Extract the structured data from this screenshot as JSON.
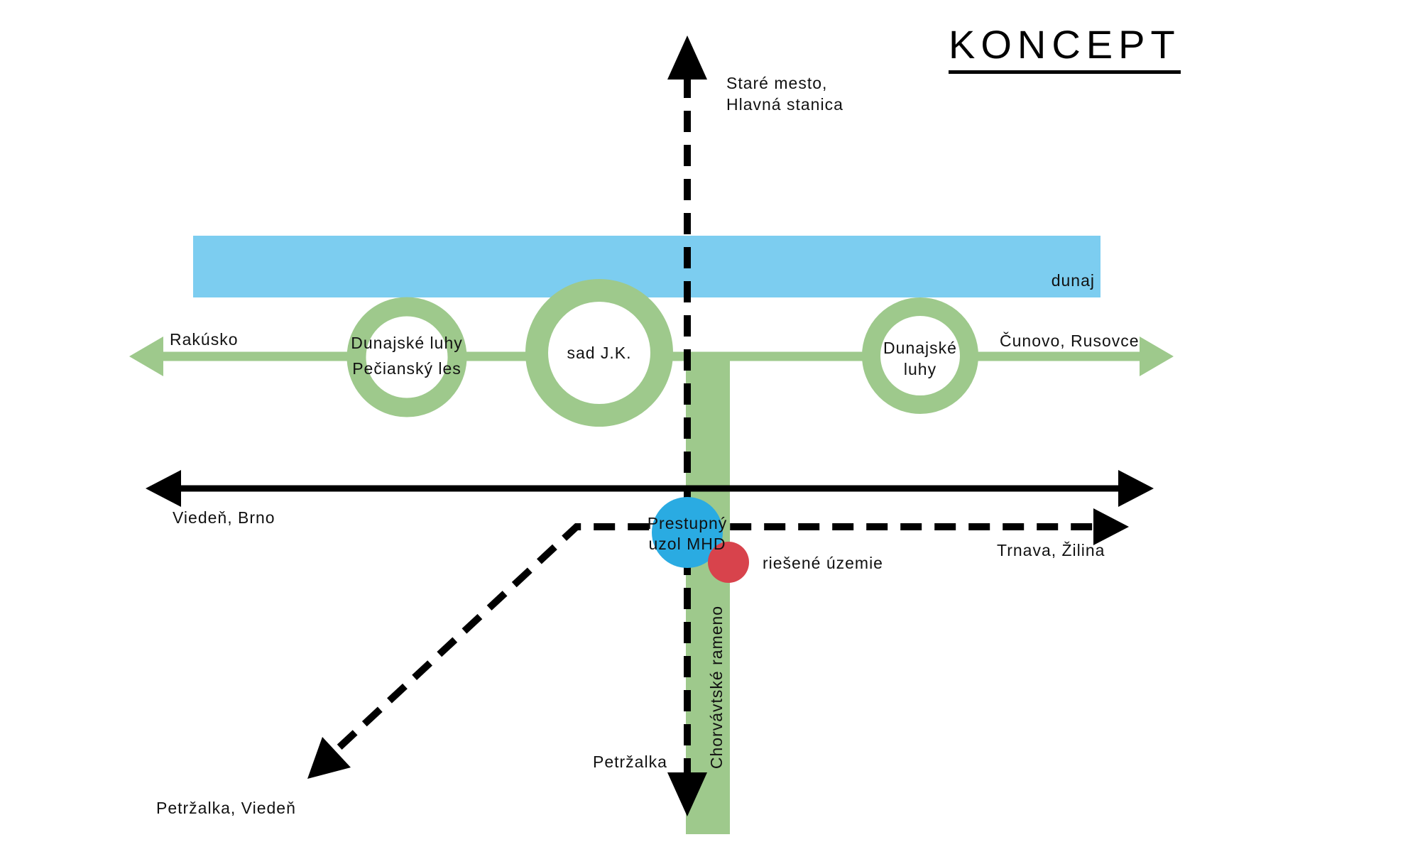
{
  "title": "KONCEPT",
  "colors": {
    "river": "#7ccdf0",
    "green": "#9ec98c",
    "node_blue": "#2aabe2",
    "area_red": "#d8434c"
  },
  "river": {
    "label": "dunaj"
  },
  "green_axis": {
    "left_label": "Rakúsko",
    "right_label": "Čunovo, Rusovce"
  },
  "rings": {
    "luhy_west": {
      "line1": "Dunajské luhy",
      "line2": "Pečianský les"
    },
    "sad": {
      "label": "sad J.K."
    },
    "luhy_east": {
      "line1": "Dunajské",
      "line2": "luhy"
    }
  },
  "band": {
    "label": "Chorvávtské rameno"
  },
  "road_axis": {
    "left_label": "Viedeň, Brno"
  },
  "transit_axis": {
    "top_line1": "Staré mesto,",
    "top_line2": "Hlavná stanica",
    "right_label": "Trnava, Žilina",
    "diagonal_label": "Petržalka, Viedeň",
    "bottom_label": "Petržalka"
  },
  "node": {
    "line1": "Prestupný",
    "line2": "uzol MHD"
  },
  "area": {
    "label": "riešené územie"
  }
}
